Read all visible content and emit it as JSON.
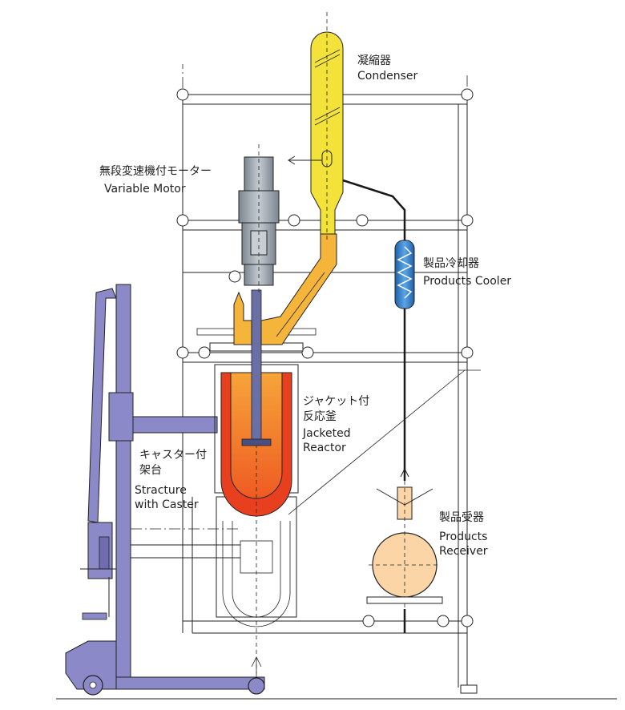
{
  "labels": {
    "condenser_jp": "凝縮器",
    "condenser_en": "Condenser",
    "motor_jp": "無段変速機付モーター",
    "motor_en": "Variable  Motor",
    "cooler_jp": "製品冷却器",
    "cooler_en": "Products  Cooler",
    "reactor_jp1": "ジャケット付",
    "reactor_jp2": "反応釜",
    "reactor_en1": "Jacketed",
    "reactor_en2": "Reactor",
    "structure_jp1": "キャスター付",
    "structure_jp2": "架台",
    "structure_en1": "Stracture",
    "structure_en2": "with  Caster",
    "receiver_jp": "製品受器",
    "receiver_en1": "Products",
    "receiver_en2": "Receiver"
  },
  "colors": {
    "condenser": "#f2e23a",
    "vapor_pipe": "#f5b53a",
    "reactor_orange": "#f48a2a",
    "jacket_red": "#e8401e",
    "motor": "#9aa3ad",
    "cooler": "#2f80c8",
    "receiver": "#fbd5a6",
    "frame": "#8b89c8",
    "line": "#222222"
  }
}
